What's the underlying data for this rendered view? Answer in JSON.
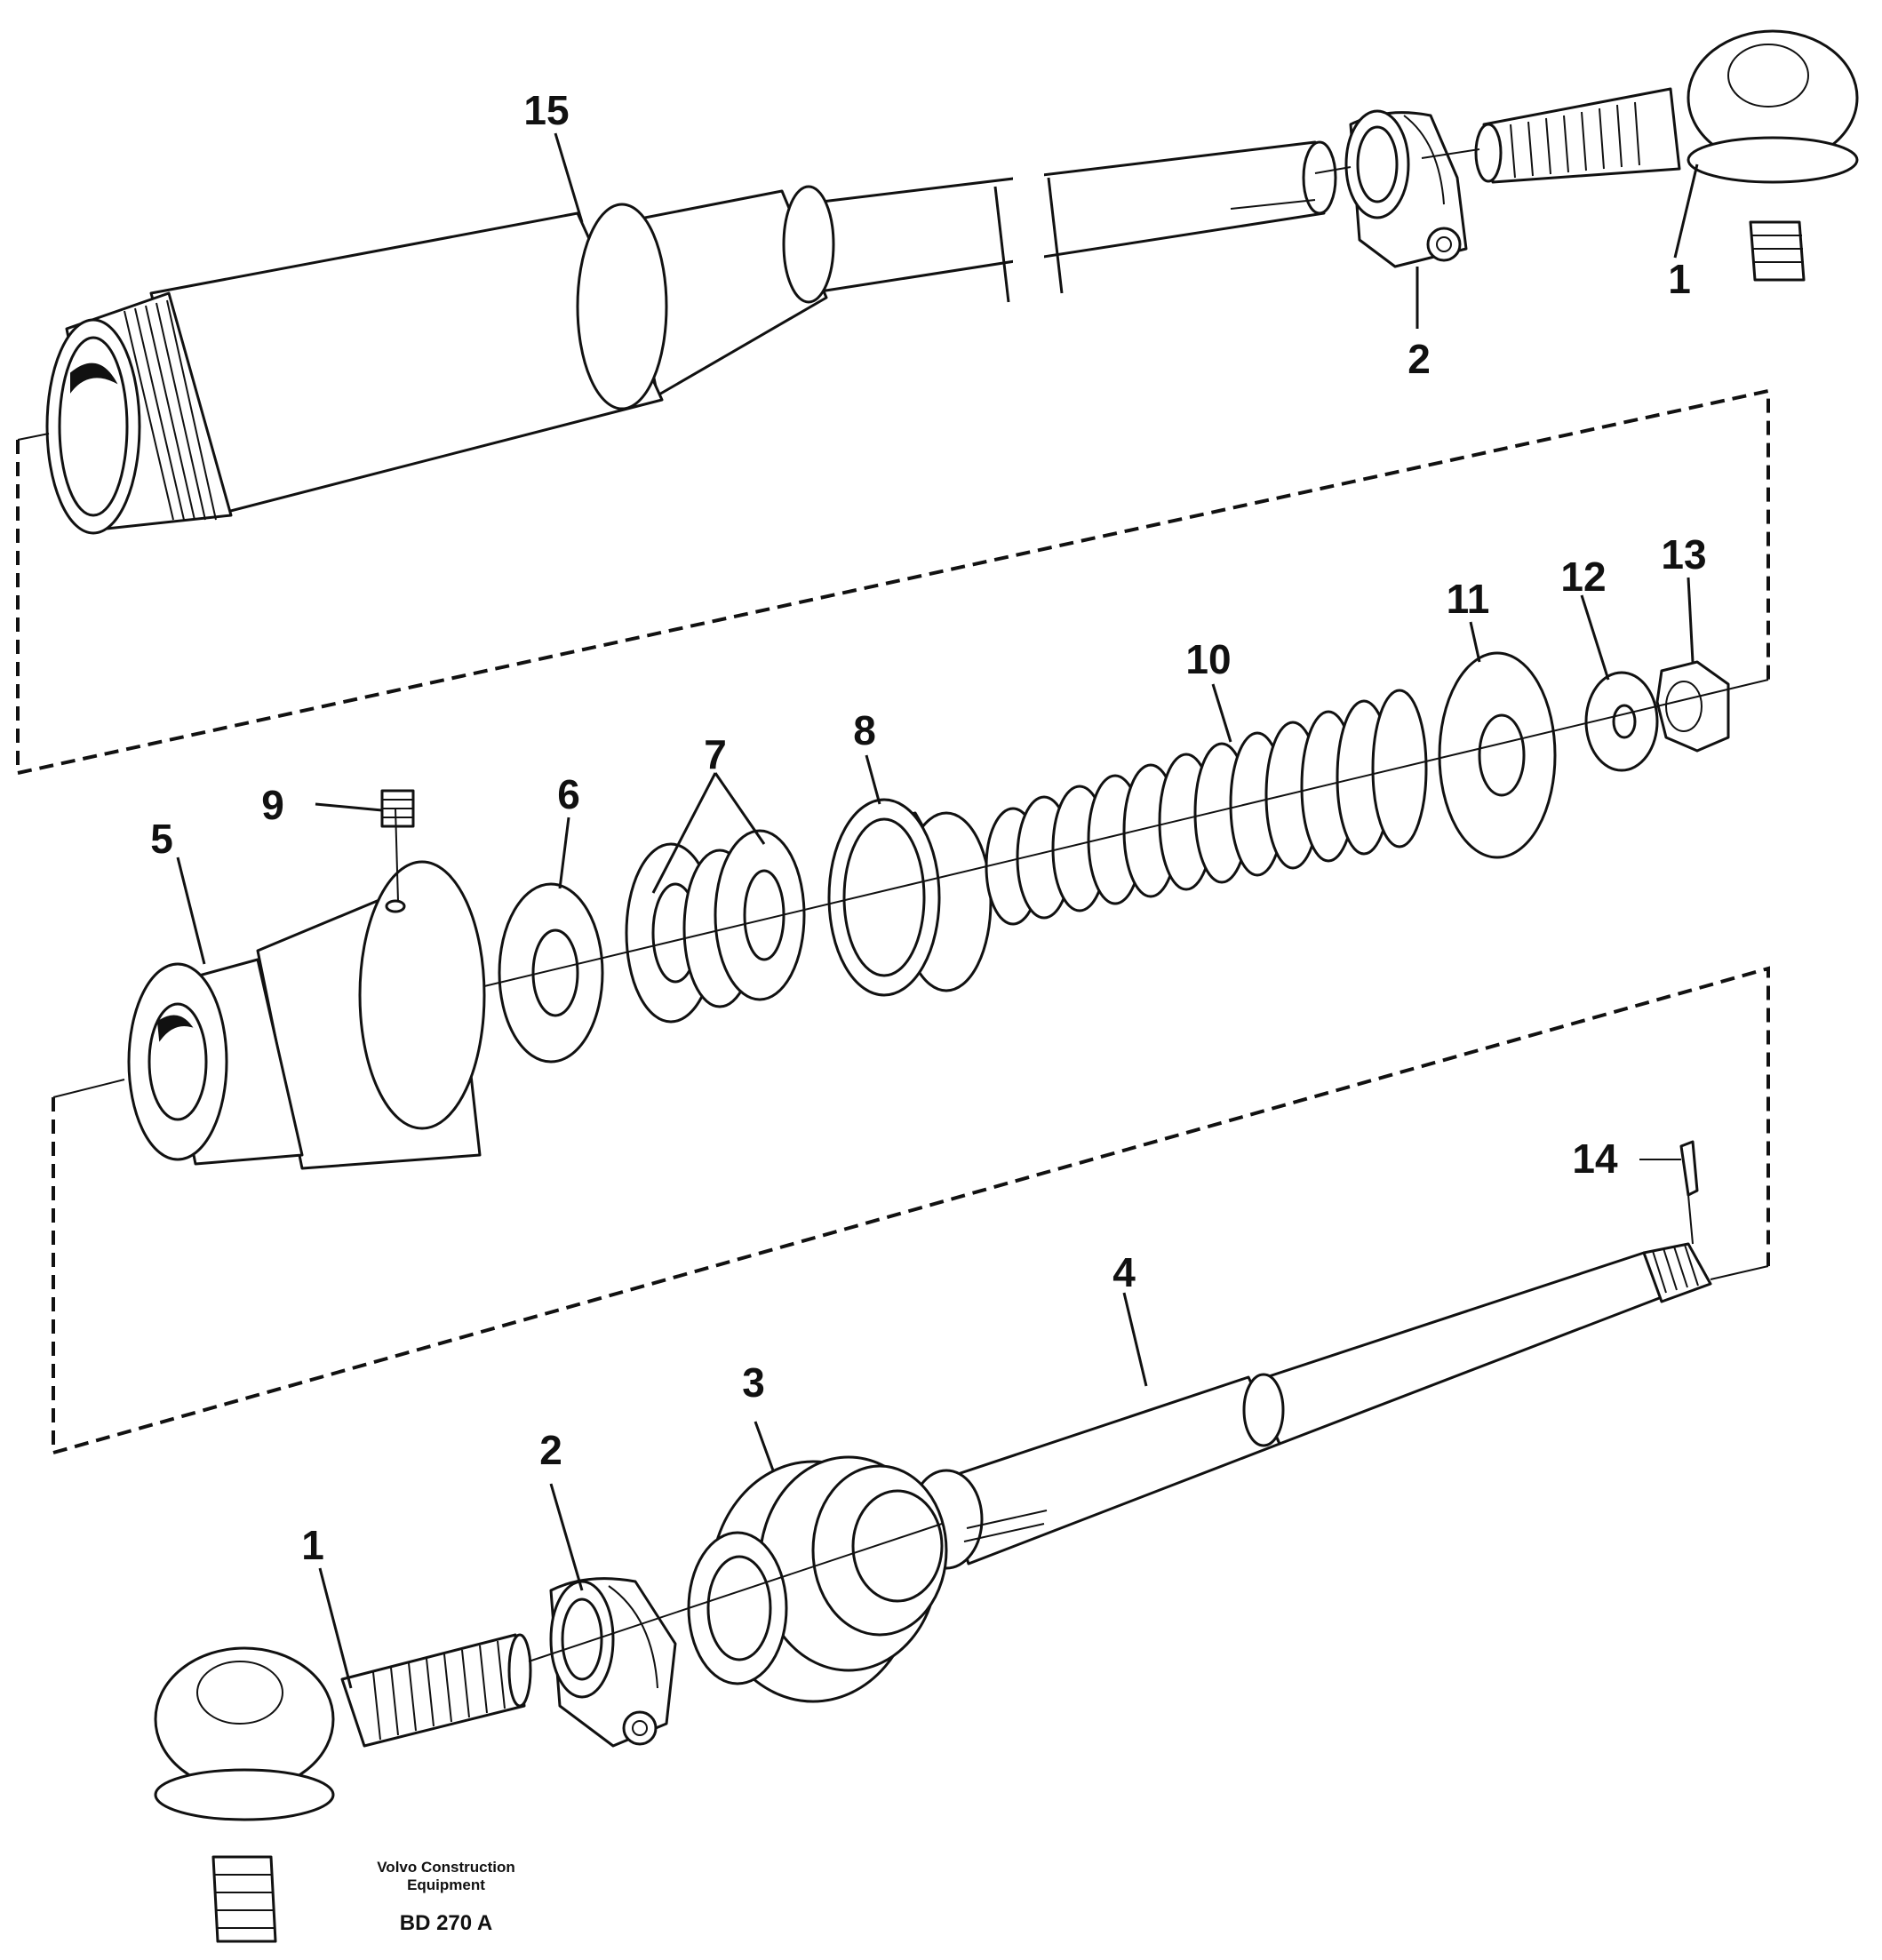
{
  "diagram": {
    "part_labels": [
      "1",
      "2",
      "15",
      "13",
      "12",
      "11",
      "10",
      "8",
      "7",
      "6",
      "9",
      "5",
      "14",
      "4",
      "3",
      "2",
      "1"
    ],
    "caption": {
      "line1": "Volvo Construction",
      "line2": "Equipment",
      "code": "BD 270 A"
    }
  }
}
